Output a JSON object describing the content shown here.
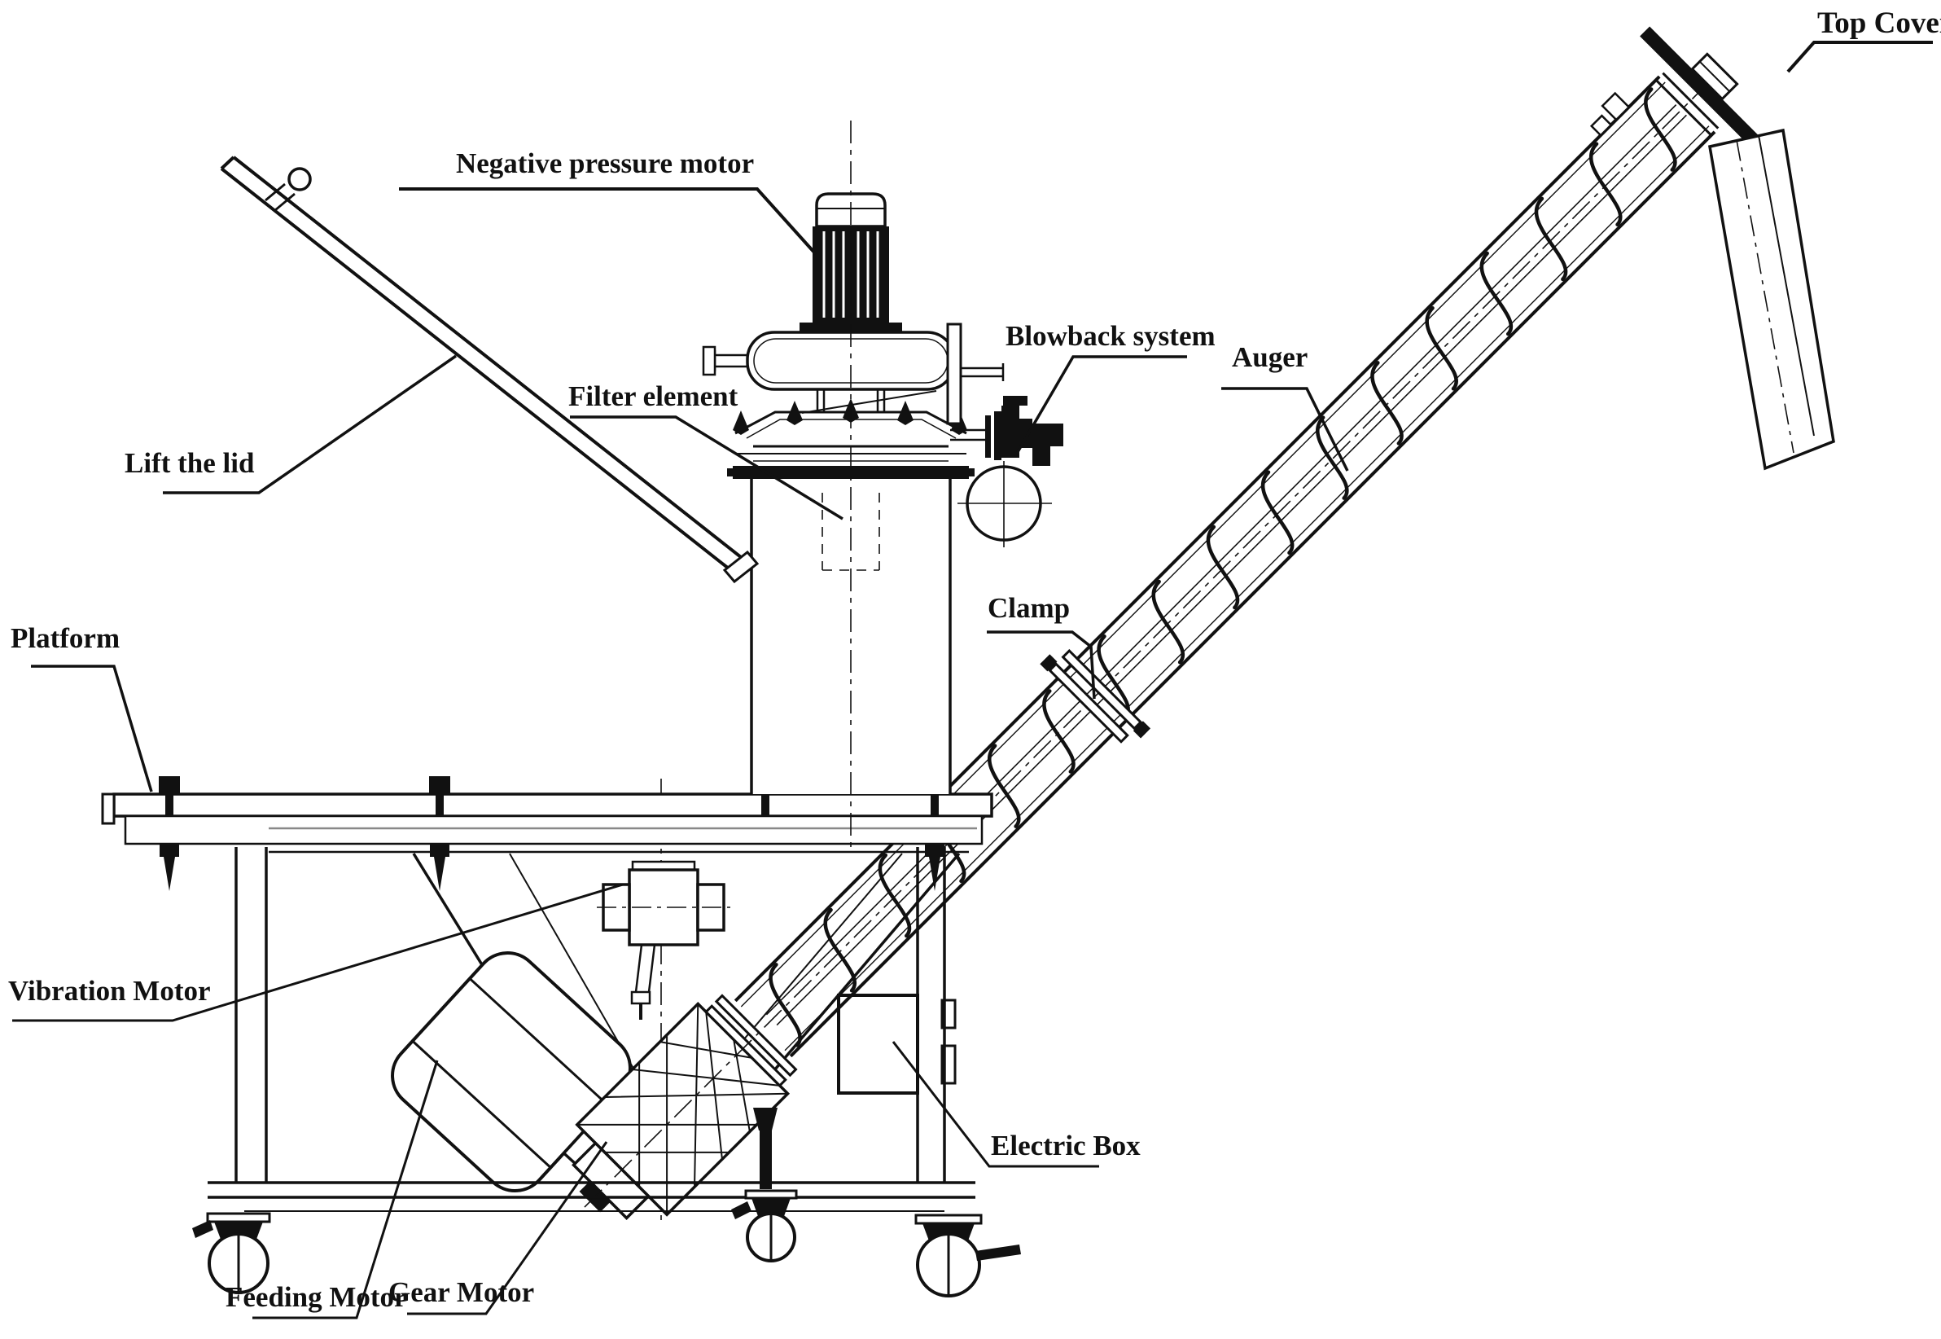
{
  "diagram": {
    "type": "technical-line-drawing",
    "subject": "screw auger feeder machine side elevation",
    "colors": {
      "ink": "#111111",
      "background": "#ffffff",
      "faint_rail": "#888888"
    },
    "labels": {
      "top_cover": "Top Cover",
      "negative_pressure_motor": "Negative pressure motor",
      "blowback_system": "Blowback system",
      "auger": "Auger",
      "filter_element": "Filter element",
      "lift_the_lid": "Lift the lid",
      "clamp": "Clamp",
      "platform": "Platform",
      "vibration_motor": "Vibration Motor",
      "electric_box": "Electric Box",
      "feeding_motor": "Feeding Motor",
      "gear_motor": "Gear Motor"
    }
  }
}
